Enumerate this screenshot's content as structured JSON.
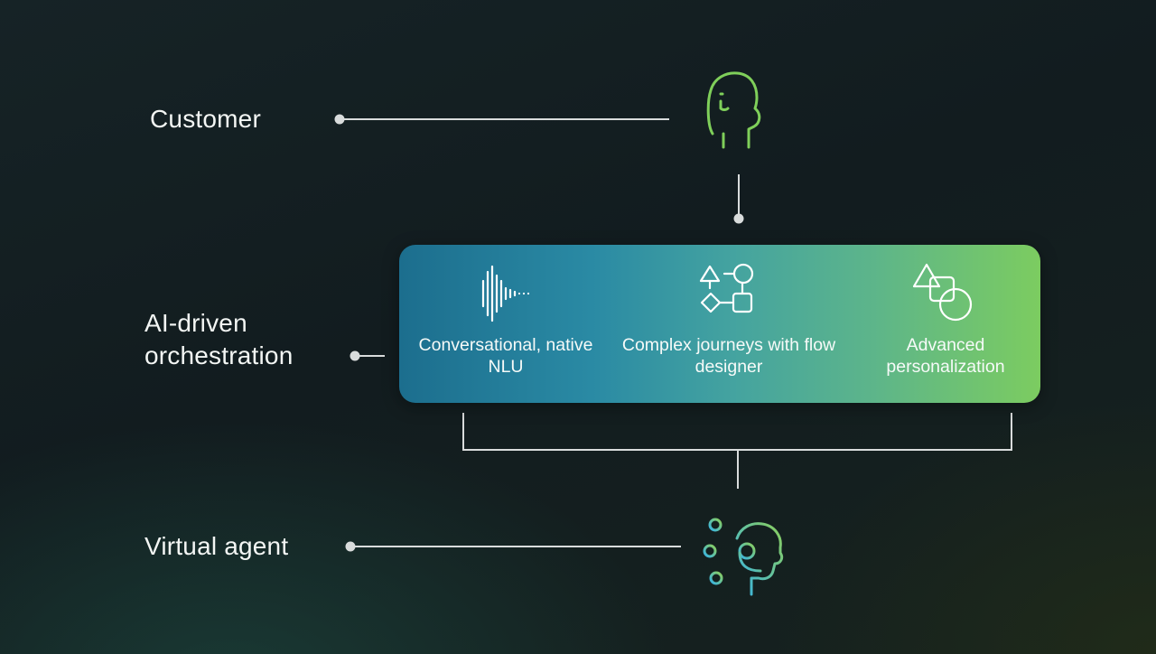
{
  "labels": {
    "customer": "Customer",
    "ai_orchestration": "AI-driven orchestration",
    "virtual_agent": "Virtual agent"
  },
  "features": [
    {
      "text": "Conversational, native NLU",
      "icon": "soundwave-icon"
    },
    {
      "text": "Complex journeys with flow designer",
      "icon": "flow-shapes-icon"
    },
    {
      "text": "Advanced personalization",
      "icon": "overlapping-shapes-icon"
    }
  ],
  "icons": {
    "customer": "customer-face-icon",
    "virtual_agent": "virtual-agent-head-icon"
  },
  "colors": {
    "customer_icon": "#7fcf5a",
    "connector": "#d9dcdc",
    "panel_start": "#1c6e8e",
    "panel_end": "#7ccc60",
    "agent_icon_start": "#3db8e0",
    "agent_icon_end": "#8ad060"
  }
}
